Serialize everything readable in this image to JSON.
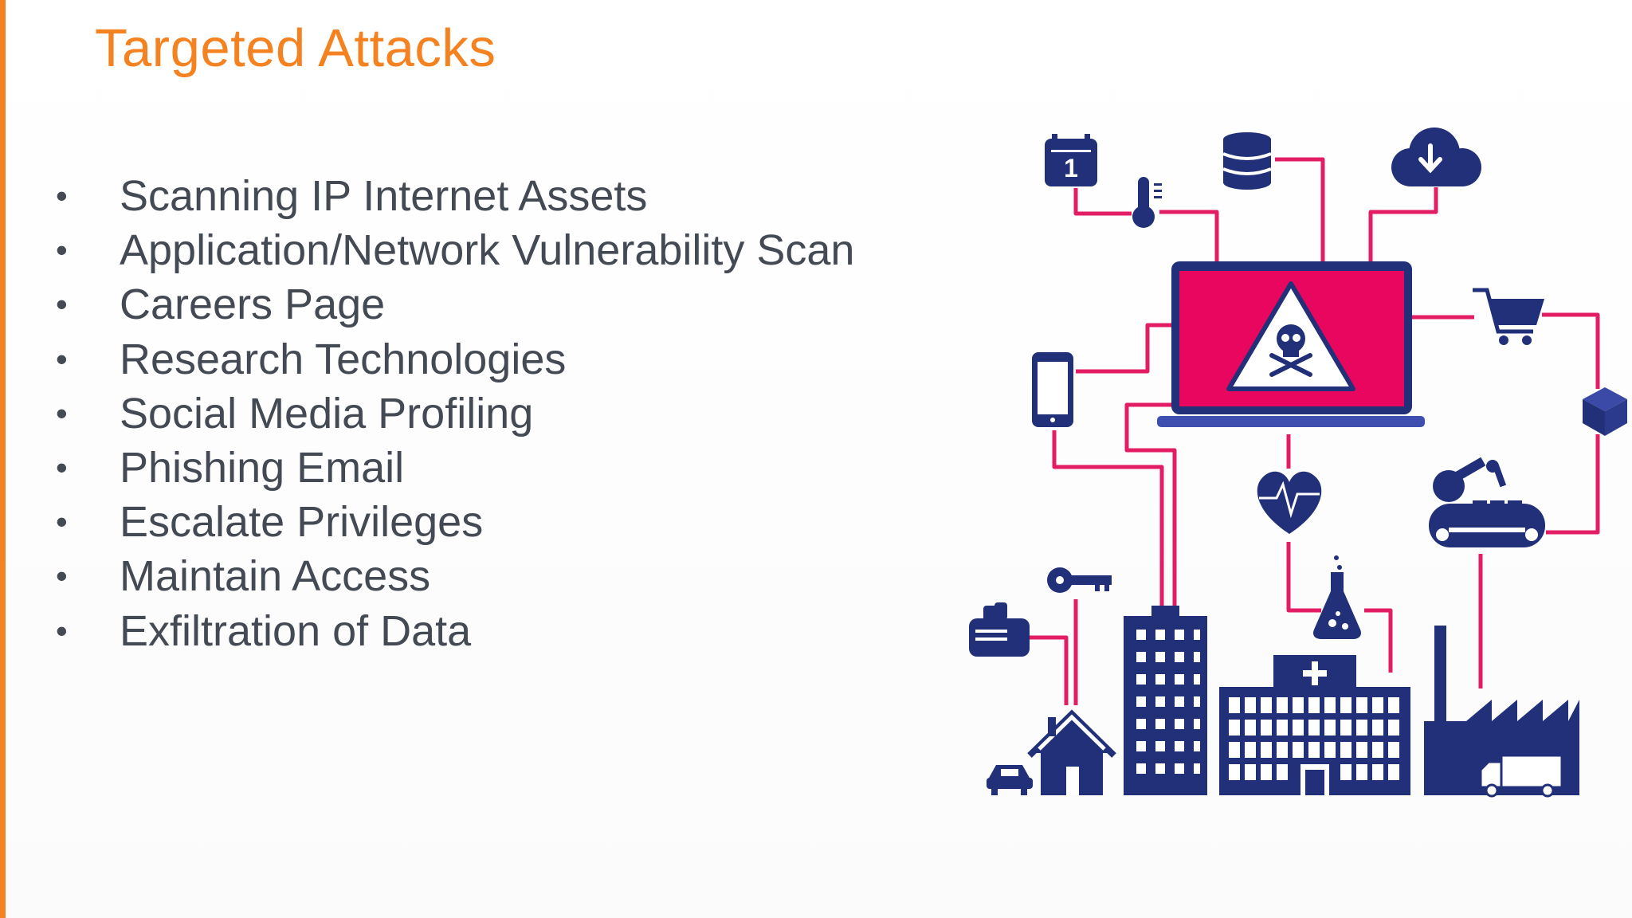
{
  "slide": {
    "title": "Targeted Attacks",
    "bullet_symbol": "•",
    "bullets": [
      "Scanning IP Internet Assets",
      "Application/Network Vulnerability Scan",
      "Careers Page",
      "Research Technologies",
      "Social Media Profiling",
      "Phishing Email",
      "Escalate Privileges",
      "Maintain Access",
      "Exfiltration of Data"
    ]
  },
  "illustration": {
    "calendar_day": "1",
    "icons": [
      "calendar-icon",
      "thermometer-icon",
      "database-icon",
      "cloud-download-icon",
      "laptop-icon",
      "warning-skull-icon",
      "shopping-cart-icon",
      "smartphone-icon",
      "cube-icon",
      "heart-rate-icon",
      "robot-arm-conveyor-icon",
      "key-icon",
      "flask-icon",
      "toaster-icon",
      "office-building-icon",
      "hospital-icon",
      "factory-icon",
      "house-icon",
      "car-icon",
      "truck-icon"
    ]
  },
  "colors": {
    "title": "#f58220",
    "accent_bar": "#f58220",
    "body_text": "#444a53",
    "navy": "#22307a",
    "pink": "#e8065e",
    "wire": "#e21d63"
  }
}
